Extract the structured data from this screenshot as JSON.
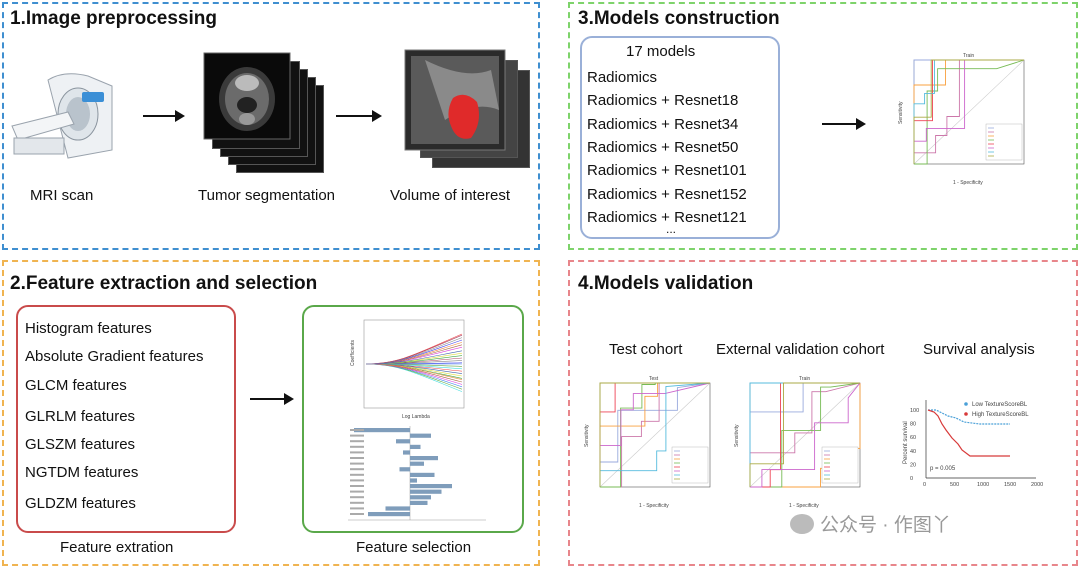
{
  "panel1": {
    "title": "1.Image preprocessing",
    "labels": [
      "MRI scan",
      "Tumor segmentation",
      "Volume of interest"
    ]
  },
  "panel2": {
    "title": "2.Feature extraction and selection",
    "features": [
      "Histogram features",
      "Absolute Gradient features",
      "GLCM features",
      "GLRLM features",
      "GLSZM features",
      "NGTDM features",
      "GLDZM features"
    ],
    "labels": [
      "Feature extration",
      "Feature selection"
    ],
    "lasso_xlabel": "Log Lambda",
    "lasso_ylabel": "Coefficients"
  },
  "panel3": {
    "title": "3.Models construction",
    "count": "17 models",
    "models": [
      "Radiomics",
      "Radiomics +  Resnet18",
      "Radiomics +  Resnet34",
      "Radiomics +  Resnet50",
      "Radiomics +  Resnet101",
      "Radiomics +  Resnet152",
      "Radiomics +  Resnet121"
    ],
    "ellipsis": "...",
    "roc": {
      "title": "Train",
      "xlabel": "1 - Specificity",
      "ylabel": "Sensitivity"
    }
  },
  "panel4": {
    "title": "4.Models validation",
    "subtitles": [
      "Test cohort",
      "External validation cohort",
      "Survival analysis"
    ],
    "roc_test": {
      "title": "Test",
      "xlabel": "1 - Specificity",
      "ylabel": "Sensitivity"
    },
    "roc_ext": {
      "title": "Train",
      "xlabel": "1 - Specificity",
      "ylabel": "Sensitivity"
    },
    "survival": {
      "ylabel": "Percent survival",
      "legend": [
        "Low TextureScoreBL",
        "High TextureScoreBL"
      ],
      "pvalue": "p = 0.005",
      "yticks": [
        "100",
        "80",
        "60",
        "40",
        "20",
        "0"
      ],
      "xticks": [
        "0",
        "500",
        "1000",
        "1500",
        "2000"
      ]
    }
  },
  "watermark": "公众号 · 作图丫",
  "colors": {
    "blue": "#3f8fd0",
    "orange": "#f0b451",
    "green": "#7ed36b",
    "red": "#e8868b"
  }
}
